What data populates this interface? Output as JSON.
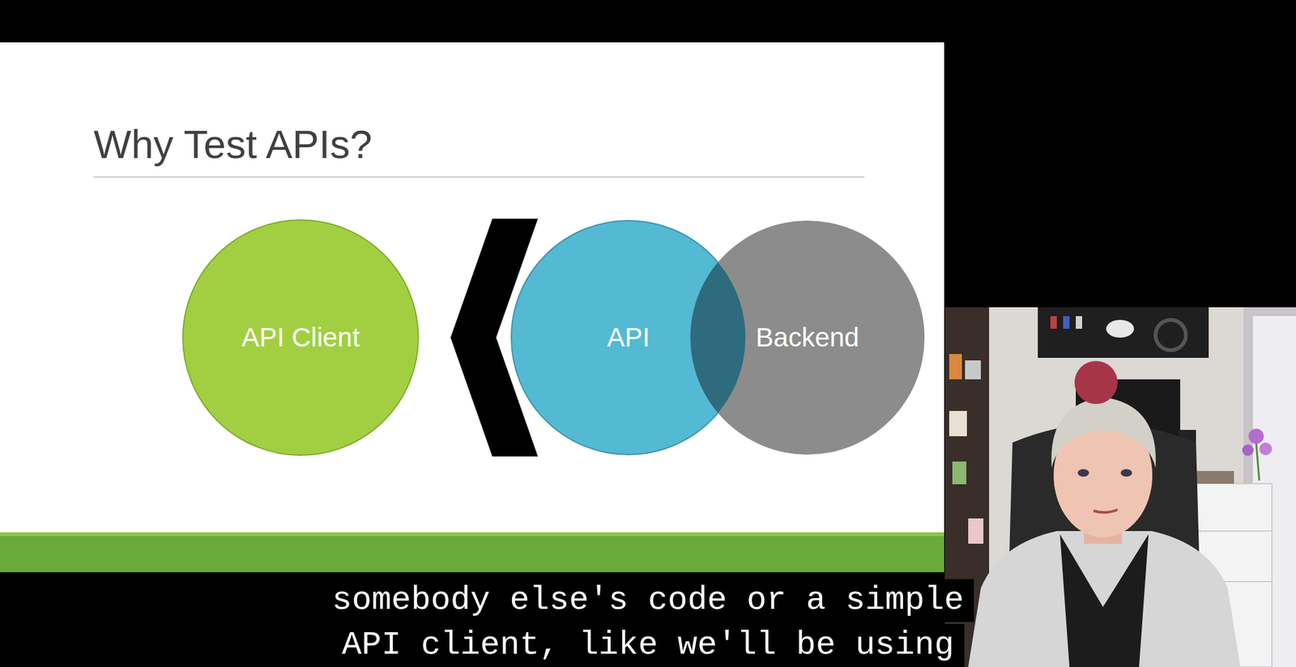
{
  "diagram": {
    "title": "Why Test APIs?",
    "nodes": [
      {
        "text": [
          "API Client"
        ]
      },
      {
        "text": [
          "API"
        ]
      },
      {
        "text": [
          "Backend"
        ]
      }
    ],
    "edges": [
      {
        "from": 1,
        "to": 0,
        "arrow": "to"
      }
    ],
    "labels": [
      "somebody else's code or a simple",
      "API client, like we'll be using"
    ]
  }
}
